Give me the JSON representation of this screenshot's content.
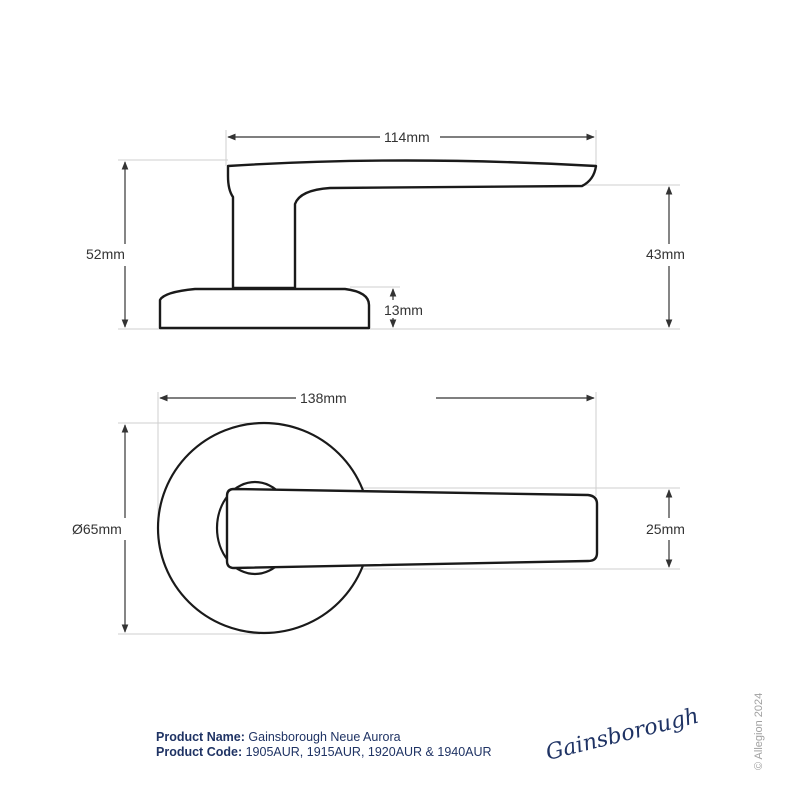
{
  "side_view": {
    "dimensions": {
      "lever_length": "114mm",
      "overall_height": "52mm",
      "lever_height": "43mm",
      "rose_thickness": "13mm"
    }
  },
  "top_view": {
    "dimensions": {
      "overall_projection": "138mm",
      "rose_diameter": "Ø65mm",
      "lever_width": "25mm"
    }
  },
  "footer": {
    "product_name_label": "Product Name:",
    "product_name": "Gainsborough Neue Aurora",
    "product_code_label": "Product Code:",
    "product_code": "1905AUR, 1915AUR, 1920AUR & 1940AUR"
  },
  "brand": {
    "logo_text": "Gainsborough",
    "color": "#1f3364"
  },
  "copyright": "© Allegion 2024",
  "colors": {
    "outline": "#1a1a1a",
    "dimension_line": "#333333",
    "extension_line": "#cccccc",
    "text_navy": "#1f3364"
  }
}
